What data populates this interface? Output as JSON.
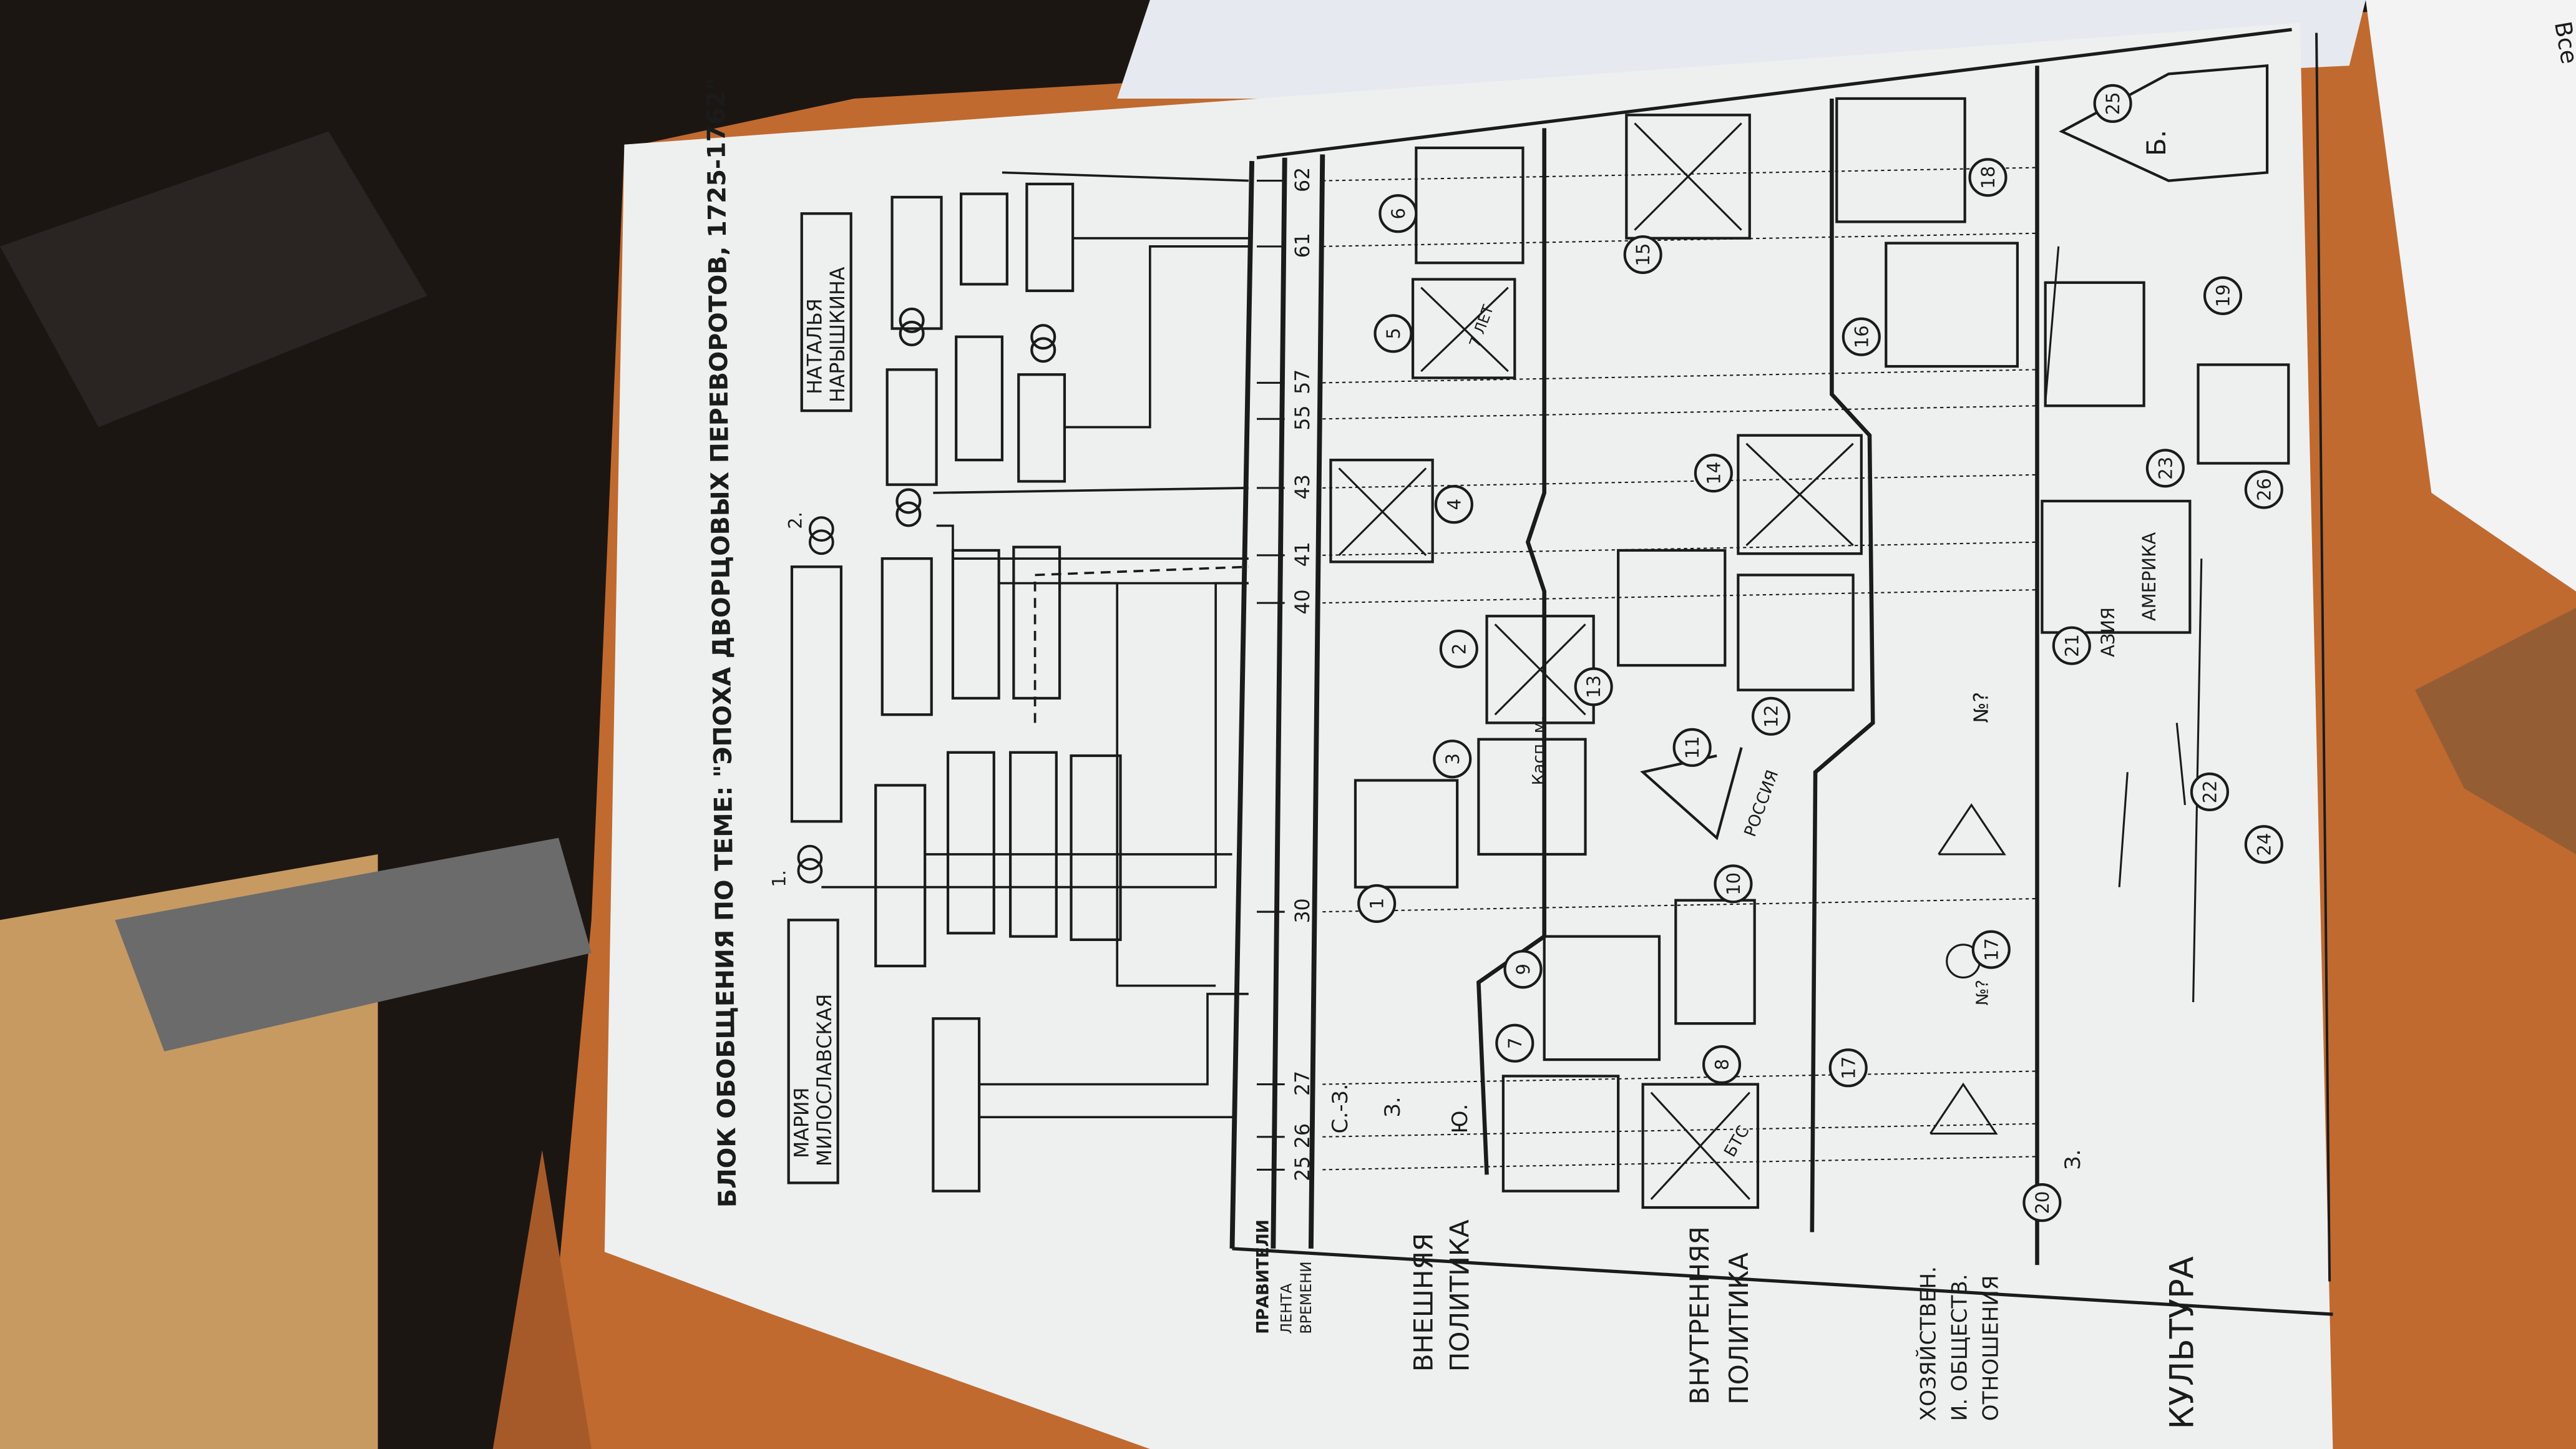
{
  "document": {
    "title": "БЛОК ОБОБЩЕНИЯ ПО ТЕМЕ: \"ЭПОХА ДВОРЦОВЫХ ПЕРЕВОРОТОВ, 1725-1762\"",
    "wives": [
      {
        "number": "1.",
        "name_line1": "МАРИЯ",
        "name_line2": "МИЛОСЛАВСКАЯ"
      },
      {
        "number": "2.",
        "name_line1": "НАТАЛЬЯ",
        "name_line2": "НАРЫШКИНА"
      }
    ],
    "row_headers": {
      "rulers": "ПРАВИТЕЛИ",
      "timeline_line1": "ЛЕНТА",
      "timeline_line2": "ВРЕМЕНИ"
    },
    "sections": [
      {
        "line1": "ВНЕШНЯЯ",
        "line2": "ПОЛИТИКА"
      },
      {
        "line1": "ВНУТРЕННЯЯ",
        "line2": "ПОЛИТИКА"
      },
      {
        "line1": "ХОЗЯЙСТВЕН.",
        "line2": "И. ОБЩЕСТВ.",
        "line3": "ОТНОШЕНИЯ"
      },
      {
        "line1": "КУЛЬТУРА"
      }
    ],
    "timeline_years": [
      "25",
      "26",
      "27",
      "30",
      "40",
      "41",
      "43",
      "55",
      "57",
      "61",
      "62"
    ],
    "directions": [
      "С.-З.",
      "З.",
      "Ю."
    ],
    "markers": [
      "1",
      "2",
      "3",
      "4",
      "5",
      "6",
      "7",
      "8",
      "9",
      "10",
      "11",
      "12",
      "13",
      "14",
      "15",
      "16",
      "17",
      "17",
      "18",
      "19",
      "20",
      "21",
      "22",
      "23",
      "24",
      "25",
      "26"
    ],
    "labels": {
      "caspian": "Касп. м.",
      "russia": "РОССИЯ",
      "america": "АМЕРИКА",
      "asia": "АЗИЯ",
      "seven_years": "7 ЛЕТ",
      "bts": "БТС",
      "b": "Б.",
      "question1": "№?",
      "question2": "№?",
      "z": "З."
    }
  },
  "background": {
    "corner_book_text": "Все"
  },
  "colors": {
    "paper": "#eef0f0",
    "ink": "#1b1b1b",
    "wood": "#c06a30",
    "dark": "#1a1512"
  }
}
